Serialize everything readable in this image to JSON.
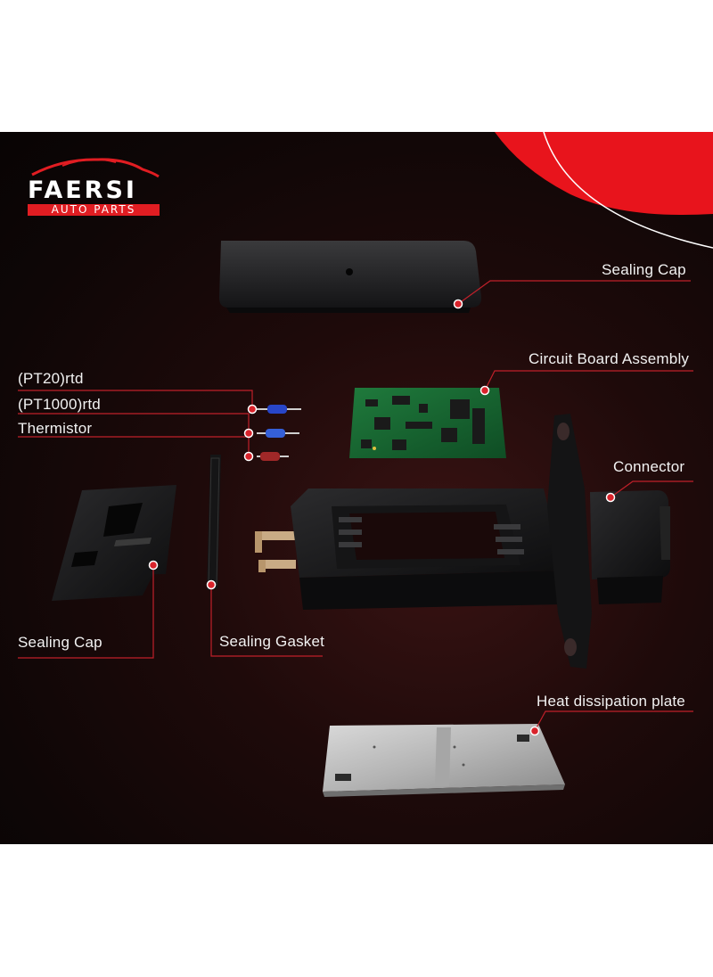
{
  "brand": {
    "name": "FAERSI",
    "tagline": "AUTO PARTS",
    "accent_color": "#e11d22"
  },
  "labels": {
    "sealing_cap_top": "Sealing Cap",
    "circuit_board": "Circuit Board Assembly",
    "pt20": "(PT20)rtd",
    "pt1000": "(PT1000)rtd",
    "thermistor": "Thermistor",
    "connector": "Connector",
    "sealing_cap_left": "Sealing Cap",
    "sealing_gasket": "Sealing Gasket",
    "heat_plate": "Heat dissipation plate"
  },
  "colors": {
    "leader_line": "#c0202a",
    "pointer_dot": "#d9232b",
    "background_dark": "#0e0606"
  }
}
